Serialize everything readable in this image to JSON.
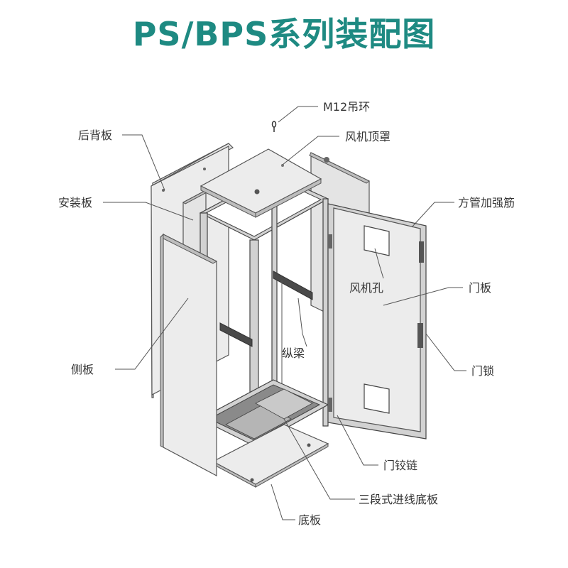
{
  "title": {
    "text": "PS/BPS系列装配图",
    "color": "#1e8a82"
  },
  "labels": {
    "hanging_ring": "M12吊环",
    "back_panel": "后背板",
    "fan_top_cover": "风机顶罩",
    "mounting_plate": "安装板",
    "square_tube_rib": "方管加强筋",
    "fan_hole": "风机孔",
    "door_panel": "门板",
    "side_panel": "侧板",
    "vertical_beam": "纵梁",
    "door_lock": "门锁",
    "door_hinge": "门铰链",
    "cable_entry_plate": "三段式进线底板",
    "bottom_plate": "底板"
  }
}
